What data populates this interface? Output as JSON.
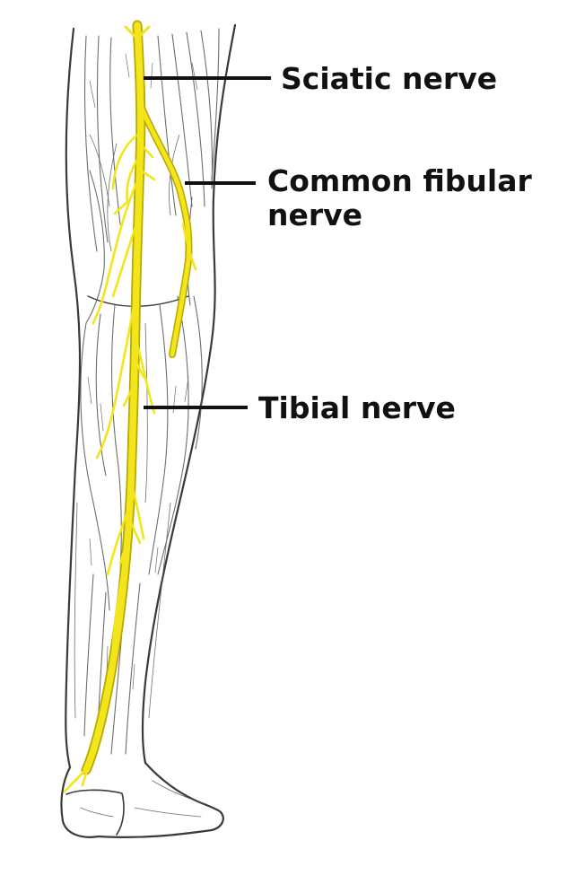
{
  "labels": {
    "sciatic": "Sciatic nerve",
    "common_fibular": "Common fibular nerve",
    "tibial": "Tibial nerve"
  },
  "colors": {
    "nerve": "#f2e51c",
    "nerve_outline": "#b8a800",
    "leader_line": "#111111",
    "label_text": "#111111",
    "sketch": "#4a4a4a",
    "background": "#ffffff"
  }
}
